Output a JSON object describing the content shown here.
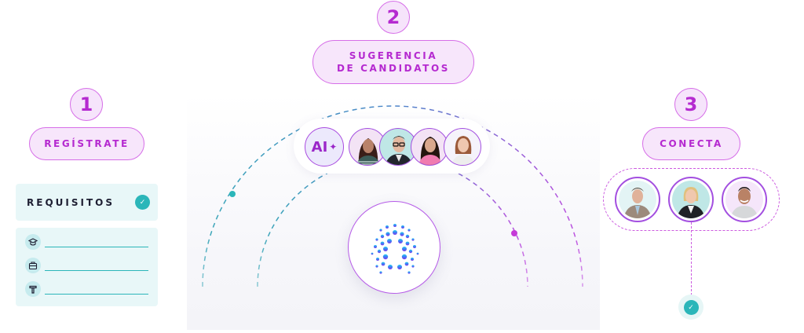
{
  "steps": [
    {
      "number": "1",
      "label": "REGÍSTRATE"
    },
    {
      "number": "2",
      "label_line1": "SUGERENCIA",
      "label_line2": "DE CANDIDATOS"
    },
    {
      "number": "3",
      "label": "CONECTA"
    }
  ],
  "requirements": {
    "title": "REQUISITOS",
    "status_icon": "check-icon",
    "items": [
      {
        "icon": "graduation-cap-icon"
      },
      {
        "icon": "briefcase-icon"
      },
      {
        "icon": "hammer-icon"
      }
    ]
  },
  "suggestion": {
    "ai_badge": "AI",
    "ai_badge_icon": "sparkle-icon",
    "candidates": [
      {
        "description": "woman with dark hair, striped top"
      },
      {
        "description": "man with glasses, dark jacket"
      },
      {
        "description": "woman with long dark hair, pink top"
      },
      {
        "description": "woman with short auburn hair, white top"
      }
    ],
    "logo_icon": "dotted-arc-logo-icon"
  },
  "connect": {
    "candidates": [
      {
        "description": "man with glasses, beige blazer"
      },
      {
        "description": "blonde woman, black blazer"
      },
      {
        "description": "smiling man, grey t-shirt"
      }
    ],
    "selected_index": 1,
    "result_icon": "check-icon"
  },
  "colors": {
    "accent_purple": "#b52ad0",
    "pill_bg": "#f7e6fb",
    "teal": "#2bb6b9",
    "card_bg": "#e8f7f8",
    "text_dark": "#1e1f33"
  }
}
